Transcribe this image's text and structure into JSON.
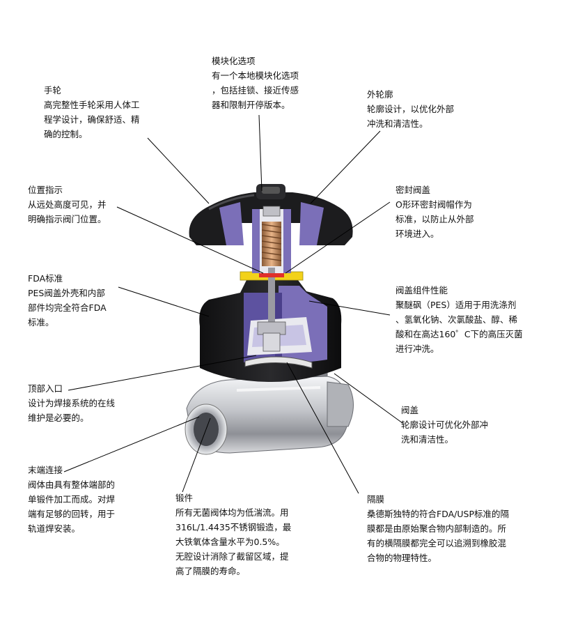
{
  "callouts": {
    "handwheel": {
      "title": "手轮",
      "lines": [
        "高完整性手轮采用人体工",
        "程学设计，确保舒适、精",
        "确的控制。"
      ]
    },
    "modular": {
      "title": "模块化选项",
      "lines": [
        "有一个本地模块化选项",
        "，包括挂锁、接近传感",
        "器和限制开停版本。"
      ]
    },
    "outer_profile": {
      "title": "外轮廓",
      "lines": [
        "轮廓设计，以优化外部",
        "冲洗和清洁性。"
      ]
    },
    "position_indicator": {
      "title": "位置指示",
      "lines": [
        "从远处高度可见，并",
        "明确指示阀门位置。"
      ]
    },
    "sealed_bonnet": {
      "title": "密封阀盖",
      "lines": [
        "O形环密封阀帽作为",
        "标准，以防止从外部",
        "环境进入。"
      ]
    },
    "fda_standard": {
      "title": "FDA标准",
      "lines": [
        "PES阀盖外壳和内部",
        "部件均完全符合FDA",
        "标准。"
      ]
    },
    "bonnet_performance": {
      "title": "阀盖组件性能",
      "lines": [
        "聚醚砜（PES）适用于用洗涤剂",
        "、氢氧化钠、次氯酸盐、醇、稀",
        "酸和在高达160゜C下的高压灭菌",
        "进行冲洗。"
      ]
    },
    "top_inlet": {
      "title": "顶部入口",
      "lines": [
        "设计为焊接系统的在线",
        "维护是必要的。"
      ]
    },
    "bonnet": {
      "title": "阀盖",
      "lines": [
        "轮廓设计可优化外部冲",
        "洗和清洁性。"
      ]
    },
    "end_connection": {
      "title": "末端连接",
      "lines": [
        "阀体由具有整体端部的",
        "单锻件加工而成。对焊",
        "端有足够的回转，用于",
        "轨道焊安装。"
      ]
    },
    "forging": {
      "title": "锻件",
      "lines": [
        "所有无菌阀体均为低湍流。用",
        "316L/1.4435不锈钢锻造，最",
        "大铁氧体含量水平为0.5%。",
        "无腔设计消除了截留区域，提",
        "高了隔膜的寿命。"
      ]
    },
    "diaphragm": {
      "title": "隔膜",
      "lines": [
        "桑德斯独特的符合FDA/USP标准的隔",
        "膜都是由原始聚合物内部制造的。所",
        "有的横隔膜都完全可以追溯到橡胶混",
        "合物的物理特性。"
      ]
    }
  },
  "colors": {
    "handwheel": "#1c1c1e",
    "section": "#7b6fb8",
    "section_dark": "#4a3f8a",
    "body_steel": "#c9cbd0",
    "yellow_ring": "#f2d21a",
    "spring": "#d9a070",
    "red_oring": "#e0302a"
  }
}
